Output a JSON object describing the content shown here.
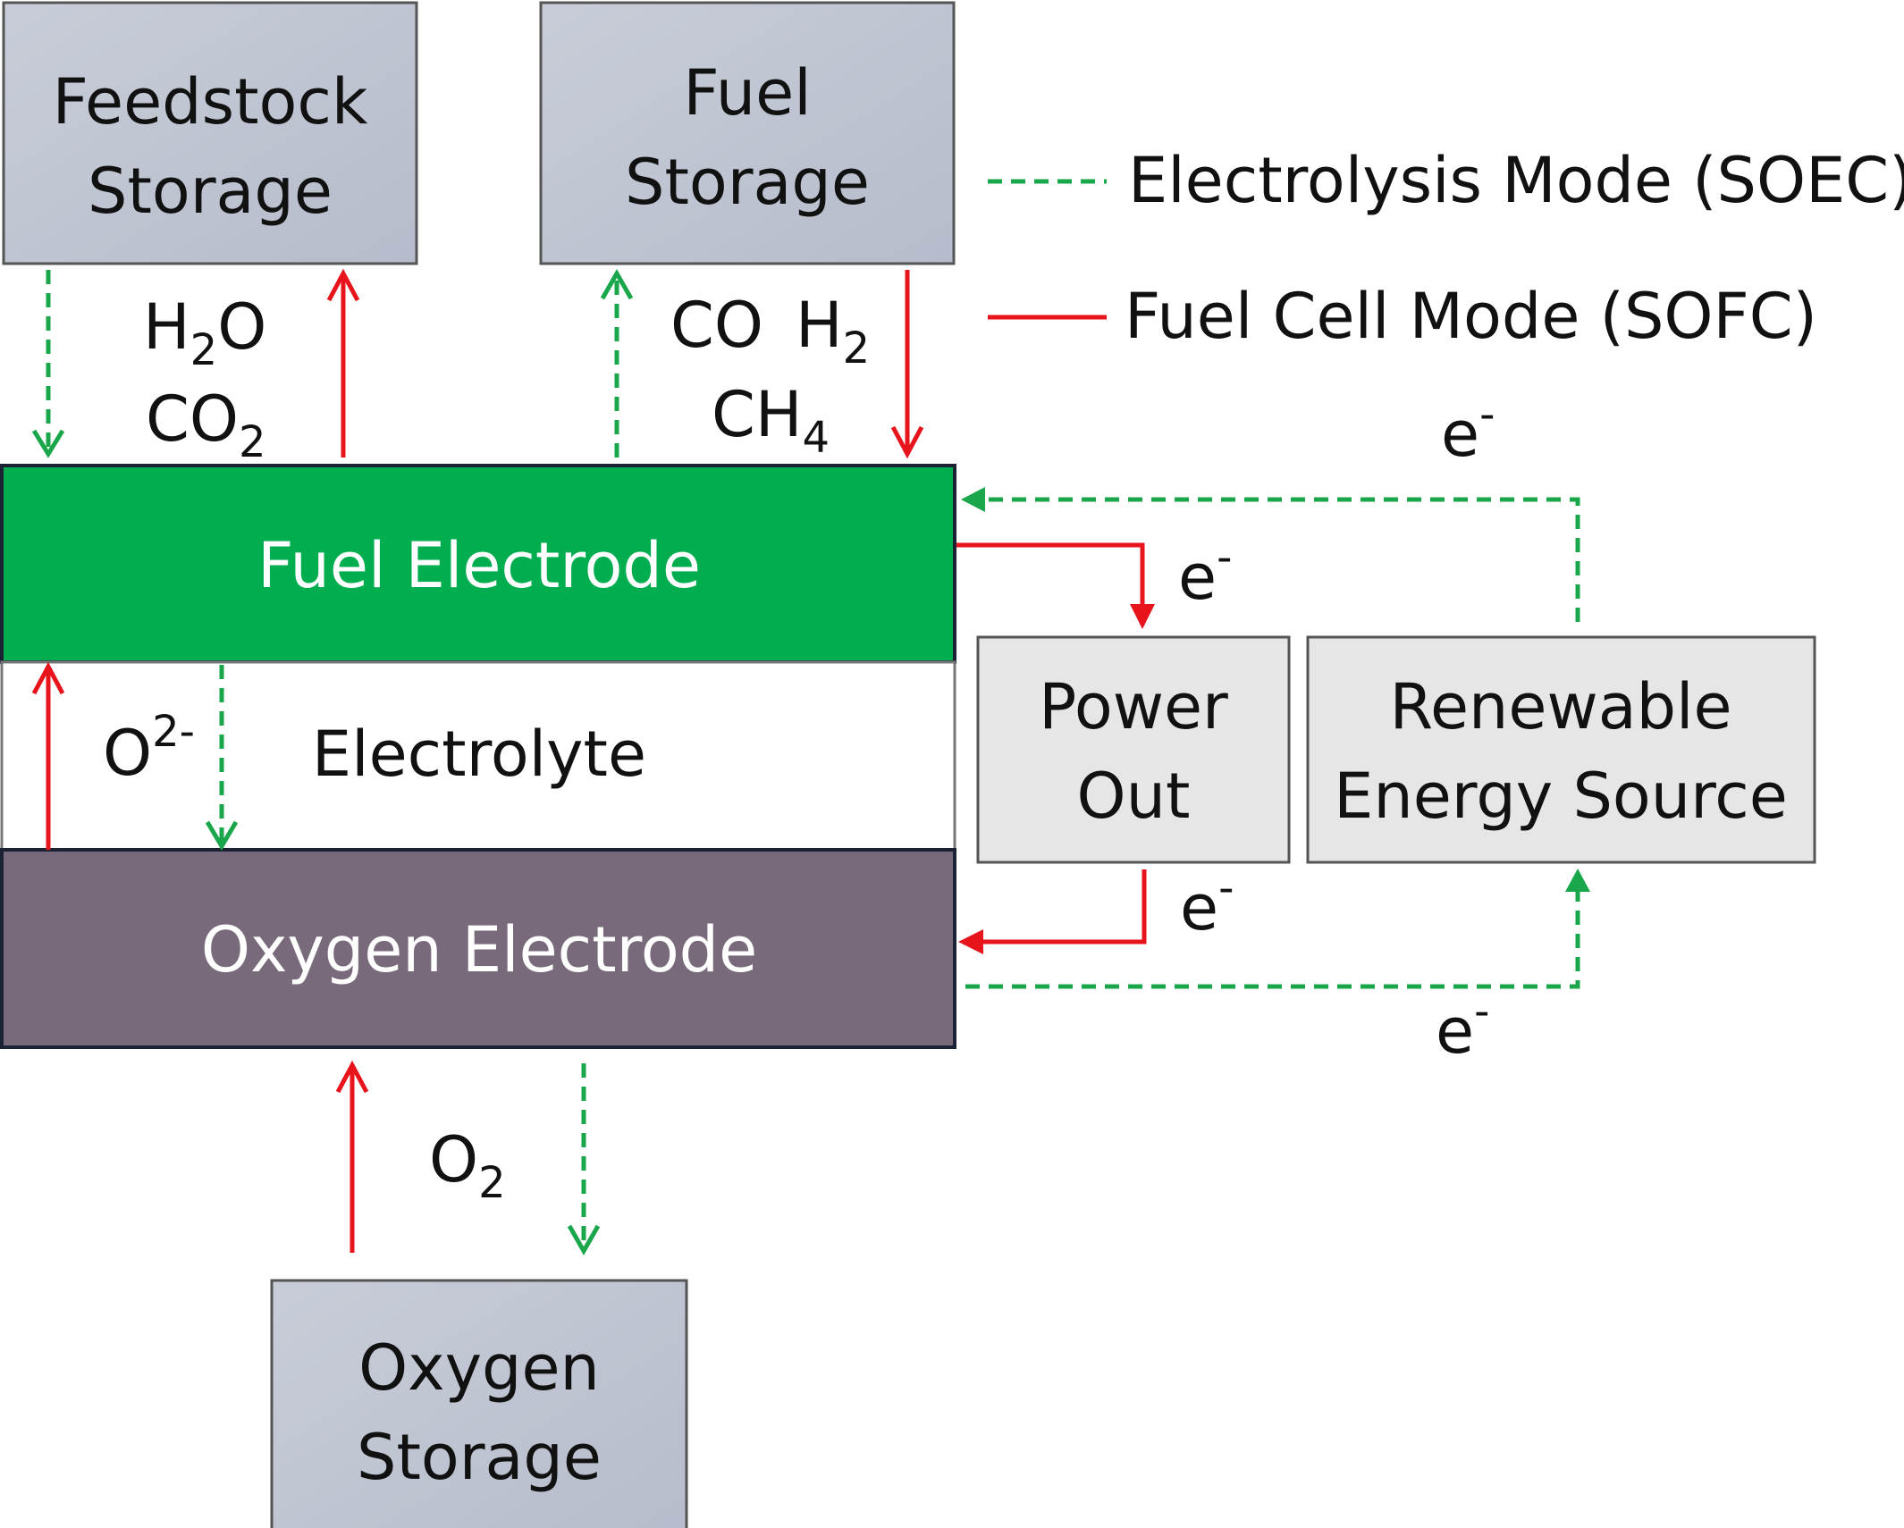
{
  "colors": {
    "electrolysis_green": "#1aa64a",
    "fuel_cell_red": "#e8141c",
    "fuel_electrode": "#00ad4f",
    "oxygen_electrode": "#786a7a",
    "storage_box": "#c3c9d5",
    "output_box": "#e6e6e6"
  },
  "storage": {
    "feedstock": [
      "Feedstock",
      "Storage"
    ],
    "fuel": [
      "Fuel",
      "Storage"
    ],
    "oxygen": [
      "Oxygen",
      "Storage"
    ]
  },
  "legend": {
    "electrolysis": "Electrolysis Mode (SOEC)",
    "fuel_cell": "Fuel Cell Mode (SOFC)"
  },
  "cell": {
    "fuel_electrode": "Fuel Electrode",
    "electrolyte": "Electrolyte",
    "oxygen_electrode": "Oxygen Electrode"
  },
  "boxes": {
    "power_out": [
      "Power",
      "Out"
    ],
    "renewable": [
      "Renewable",
      "Energy Source"
    ]
  },
  "species": {
    "h2o": {
      "base": "H",
      "sub": "2",
      "tail": "O"
    },
    "co2": {
      "base": "CO",
      "sub": "2"
    },
    "co": "CO",
    "h2": {
      "base": "H",
      "sub": "2"
    },
    "ch4": {
      "base": "CH",
      "sub": "4"
    },
    "o2_ion": {
      "base": "O",
      "sup": "2-"
    },
    "o2": {
      "base": "O",
      "sub": "2"
    },
    "electron": {
      "base": "e",
      "sup": "-"
    }
  }
}
